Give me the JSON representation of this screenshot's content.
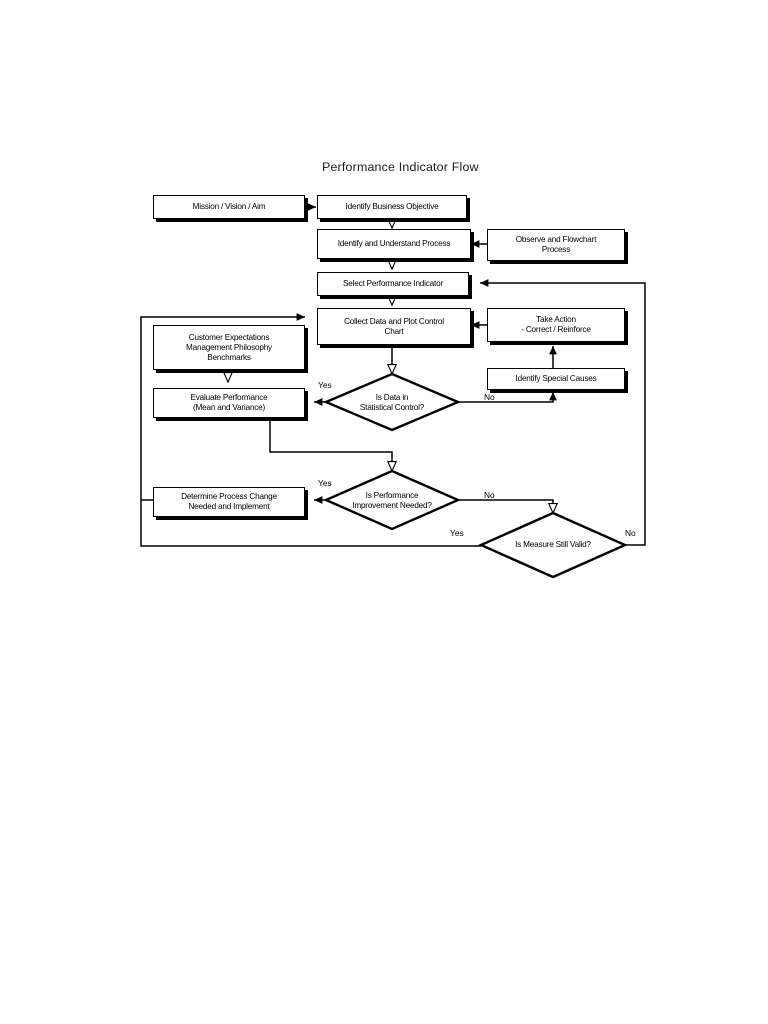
{
  "chart_data": {
    "type": "flowchart",
    "title": "Performance Indicator Flow",
    "nodes": [
      {
        "id": "mission",
        "shape": "process",
        "label": "Mission / Vision / Aim"
      },
      {
        "id": "objective",
        "shape": "process",
        "label": "Identify Business Objective"
      },
      {
        "id": "process",
        "shape": "process",
        "label": "Identify and Understand Process"
      },
      {
        "id": "observe",
        "shape": "process",
        "label": "Observe and Flowchart\nProcess"
      },
      {
        "id": "selectpi",
        "shape": "process",
        "label": "Select Performance Indicator"
      },
      {
        "id": "collect",
        "shape": "process",
        "label": "Collect Data and Plot Control\nChart"
      },
      {
        "id": "takeaction",
        "shape": "process",
        "label": "Take Action\n- Correct / Reinforce"
      },
      {
        "id": "customer",
        "shape": "process",
        "label": "Customer Expectations\nManagement Philosophy\nBenchmarks"
      },
      {
        "id": "special",
        "shape": "process",
        "label": "Identify Special Causes"
      },
      {
        "id": "evaluate",
        "shape": "process",
        "label": "Evaluate Performance\n(Mean and Variance)"
      },
      {
        "id": "determine",
        "shape": "process",
        "label": "Determine Process Change\nNeeded and Implement"
      },
      {
        "id": "dcontrol",
        "shape": "decision",
        "label": "Is Data in\nStatistical Control?"
      },
      {
        "id": "dimprove",
        "shape": "decision",
        "label": "Is Performance\nImprovement Needed?"
      },
      {
        "id": "dvalid",
        "shape": "decision",
        "label": "Is Measure Still Valid?"
      }
    ],
    "edges": [
      {
        "from": "mission",
        "to": "objective",
        "label": ""
      },
      {
        "from": "objective",
        "to": "process",
        "label": ""
      },
      {
        "from": "observe",
        "to": "process",
        "label": ""
      },
      {
        "from": "process",
        "to": "selectpi",
        "label": ""
      },
      {
        "from": "selectpi",
        "to": "collect",
        "label": ""
      },
      {
        "from": "takeaction",
        "to": "collect",
        "label": ""
      },
      {
        "from": "collect",
        "to": "dcontrol",
        "label": ""
      },
      {
        "from": "dcontrol",
        "to": "evaluate",
        "label": "Yes"
      },
      {
        "from": "dcontrol",
        "to": "special",
        "label": "No"
      },
      {
        "from": "special",
        "to": "takeaction",
        "label": ""
      },
      {
        "from": "customer",
        "to": "evaluate",
        "label": ""
      },
      {
        "from": "evaluate",
        "to": "dimprove",
        "label": ""
      },
      {
        "from": "dimprove",
        "to": "determine",
        "label": "Yes"
      },
      {
        "from": "dimprove",
        "to": "dvalid",
        "label": "No"
      },
      {
        "from": "dvalid",
        "to": "collect",
        "label": "Yes"
      },
      {
        "from": "dvalid",
        "to": "selectpi",
        "label": "No"
      },
      {
        "from": "determine",
        "to": "collect",
        "label": ""
      }
    ]
  },
  "title": "Performance Indicator Flow",
  "nodes": {
    "mission": "Mission / Vision / Aim",
    "objective": "Identify Business Objective",
    "process": "Identify and Understand Process",
    "observe_l1": "Observe and Flowchart",
    "observe_l2": "Process",
    "selectpi": "Select Performance Indicator",
    "collect_l1": "Collect Data and Plot Control",
    "collect_l2": "Chart",
    "takeaction_l1": "Take Action",
    "takeaction_l2": "- Correct / Reinforce",
    "customer_l1": "Customer Expectations",
    "customer_l2": "Management Philosophy",
    "customer_l3": "Benchmarks",
    "special": "Identify Special Causes",
    "evaluate_l1": "Evaluate Performance",
    "evaluate_l2": "(Mean and Variance)",
    "determine_l1": "Determine Process Change",
    "determine_l2": "Needed and Implement",
    "dcontrol_l1": "Is Data in",
    "dcontrol_l2": "Statistical Control?",
    "dimprove_l1": "Is Performance",
    "dimprove_l2": "Improvement Needed?",
    "dvalid": "Is Measure Still Valid?"
  },
  "edge_labels": {
    "control_yes": "Yes",
    "control_no": "No",
    "improve_yes": "Yes",
    "improve_no": "No",
    "valid_yes": "Yes",
    "valid_no": "No"
  },
  "colors": {
    "stroke": "#000000",
    "fill": "#ffffff",
    "text": "#000000",
    "title": "#1a1a1a"
  }
}
